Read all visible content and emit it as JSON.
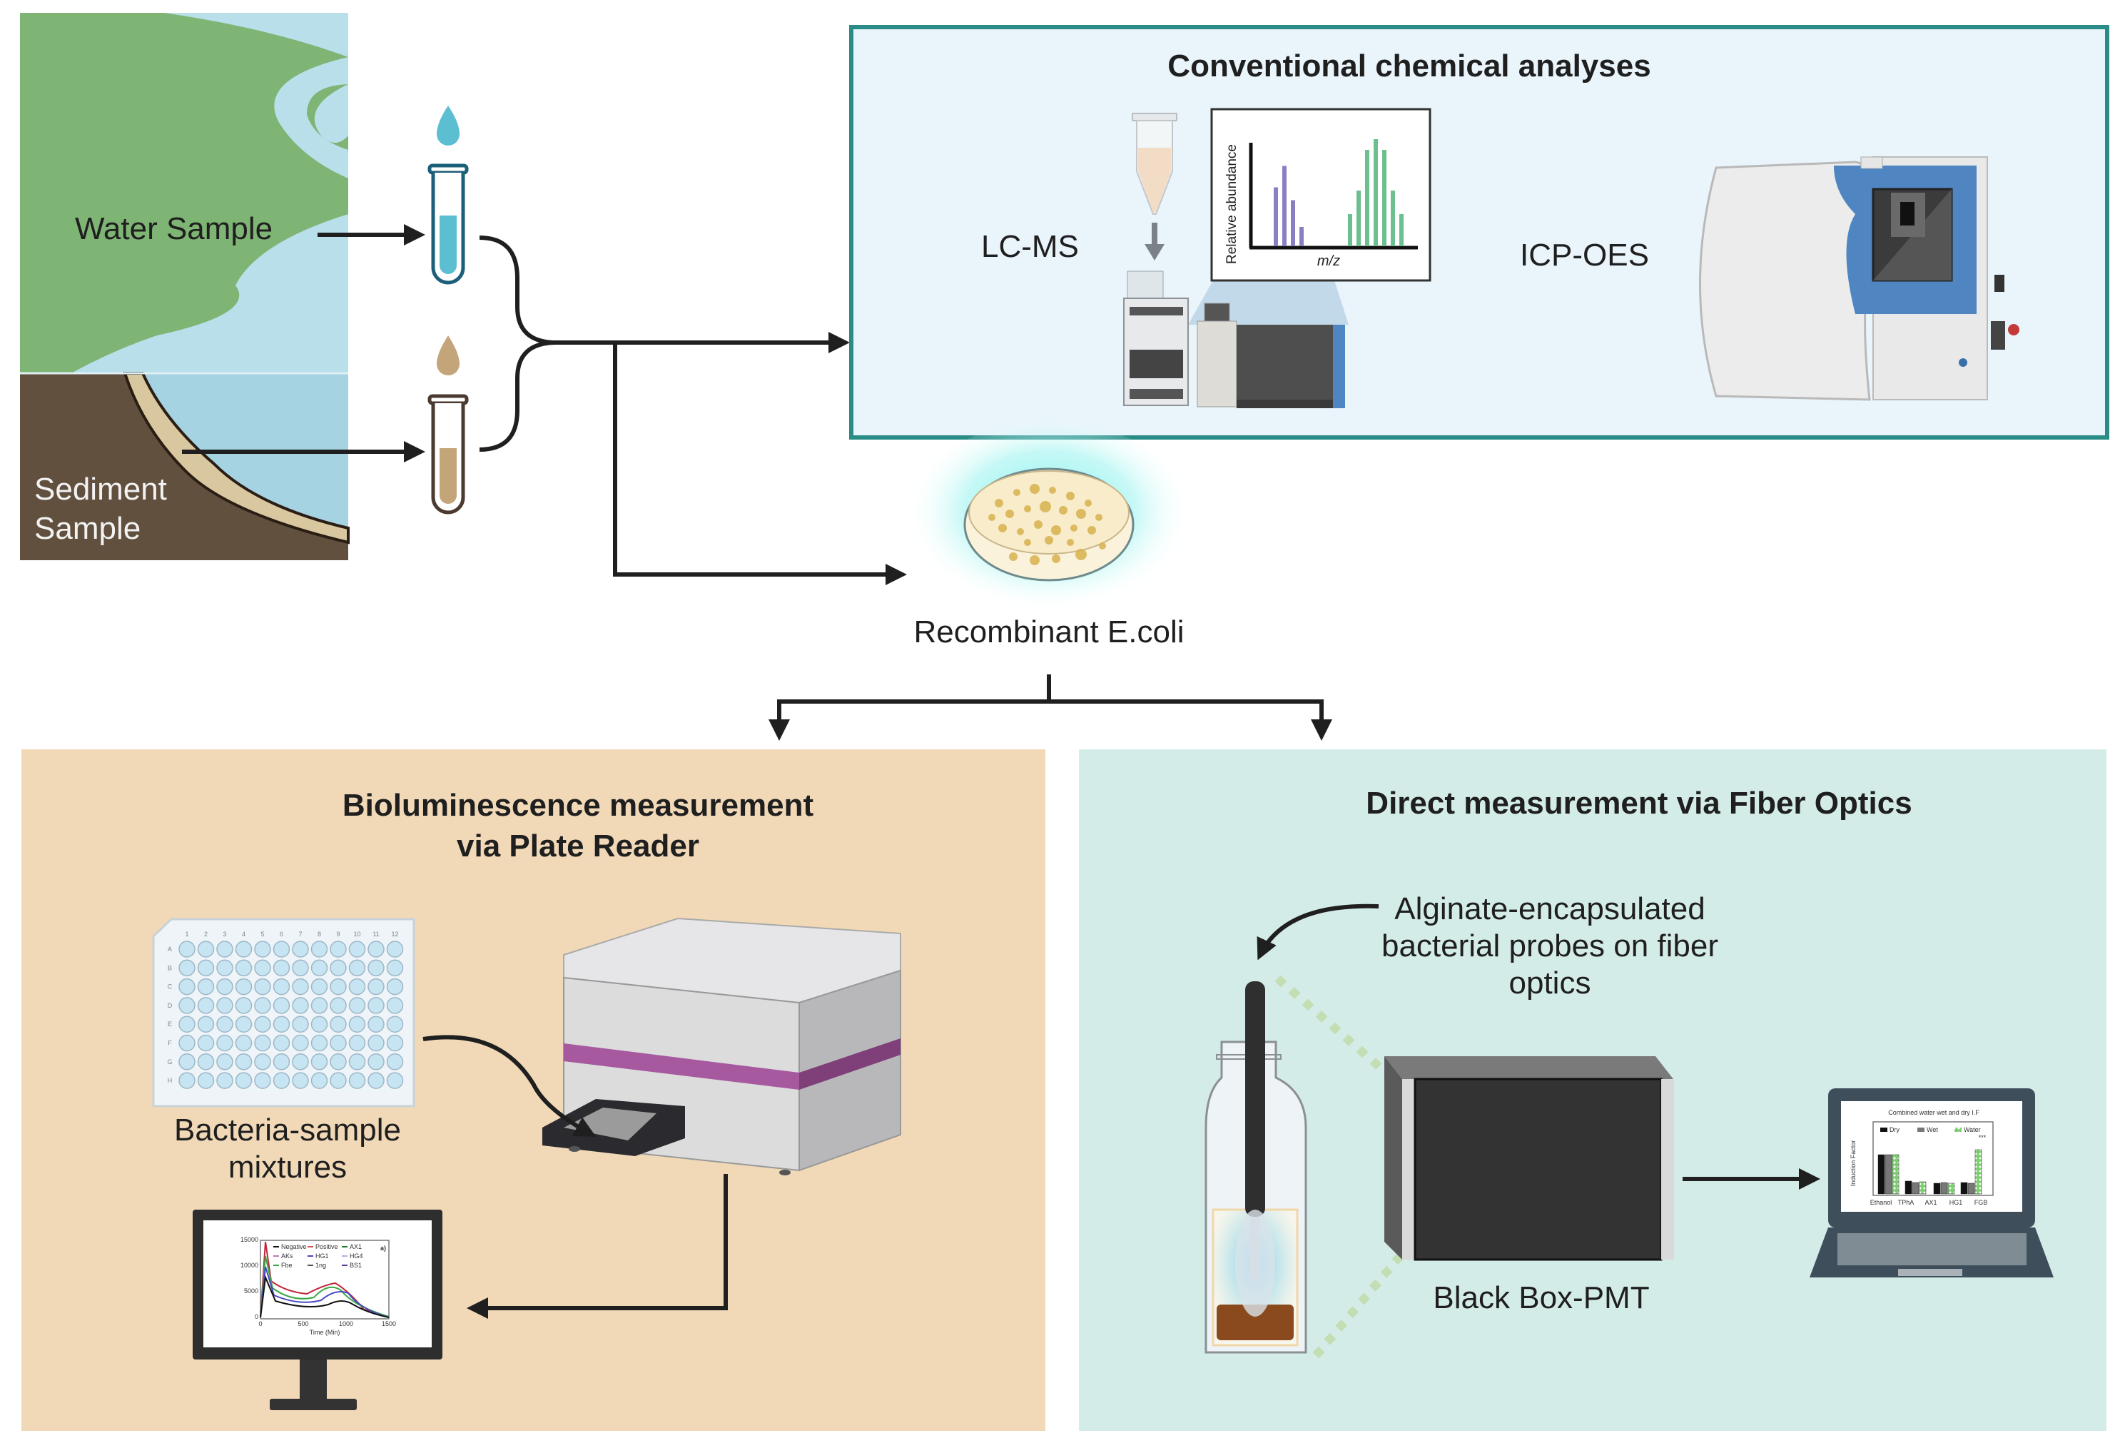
{
  "sampling": {
    "water_label": "Water Sample",
    "sediment_label_line1": "Sediment",
    "sediment_label_line2": "Sample",
    "colors": {
      "land": "#7fb574",
      "water": "#b9dfeb",
      "deep_water": "#a6d3e2",
      "sediment": "#62503f",
      "sand": "#d9c7a0",
      "water_tube": "#5bbfd1",
      "sediment_tube": "#c4a57a"
    }
  },
  "conventional": {
    "title": "Conventional chemical analyses",
    "lcms_label": "LC-MS",
    "icpoes_label": "ICP-OES",
    "spectrum": {
      "ylabel": "Relative abundance",
      "xlabel": "m/z",
      "purple_peaks": [
        0.55,
        0.75,
        0.43,
        0.18
      ],
      "green_peaks": [
        0.3,
        0.52,
        0.9,
        1.0,
        0.9,
        0.52,
        0.3
      ]
    },
    "colors": {
      "panel_bg": "#eaf4fb",
      "border": "#2a8c86",
      "icp_blue": "#4f86c1"
    }
  },
  "ecoli": {
    "label": "Recombinant E.coli",
    "glow_color": "#7ff0ef"
  },
  "plate_reader": {
    "title_line1": "Bioluminescence measurement",
    "title_line2": "via Plate Reader",
    "plate_label_line1": "Bacteria-sample",
    "plate_label_line2": "mixtures",
    "plate_columns": [
      "1",
      "2",
      "3",
      "4",
      "5",
      "6",
      "7",
      "8",
      "9",
      "10",
      "11",
      "12"
    ],
    "plate_rows": [
      "A",
      "B",
      "C",
      "D",
      "E",
      "F",
      "G",
      "H"
    ],
    "colors": {
      "panel_bg": "#f1d9b8",
      "stripe": "#a7599f",
      "well": "#c7e4f3"
    },
    "monitor_chart": {
      "xlabel": "Time (Min)",
      "x_ticks": [
        "0",
        "500",
        "1000",
        "1500"
      ],
      "y_ticks": [
        "0",
        "5000",
        "10000",
        "15000"
      ],
      "panel_tag": "a)",
      "legend": [
        "Negative",
        "Positive",
        "AX1",
        "AKs",
        "HG1",
        "HG4",
        "Fbe",
        "1ng",
        "BS1"
      ]
    }
  },
  "fiber_optics": {
    "title": "Direct measurement via Fiber Optics",
    "probe_label_line1": "Alginate-encapsulated",
    "probe_label_line2": "bacterial probes on fiber",
    "probe_label_line3": "optics",
    "box_label": "Black Box-PMT",
    "colors": {
      "panel_bg": "#d4ece8",
      "light_path": "#c3deb3",
      "sediment": "#8a4a1d"
    },
    "laptop_chart": {
      "title": "Combined water wet and dry I.F",
      "ylabel": "Induction Factor",
      "legend": [
        "Dry",
        "Wet",
        "Water"
      ],
      "categories": [
        "Ethanol",
        "TPhA",
        "AX1",
        "HG1",
        "FGB"
      ],
      "significance": "***"
    }
  }
}
